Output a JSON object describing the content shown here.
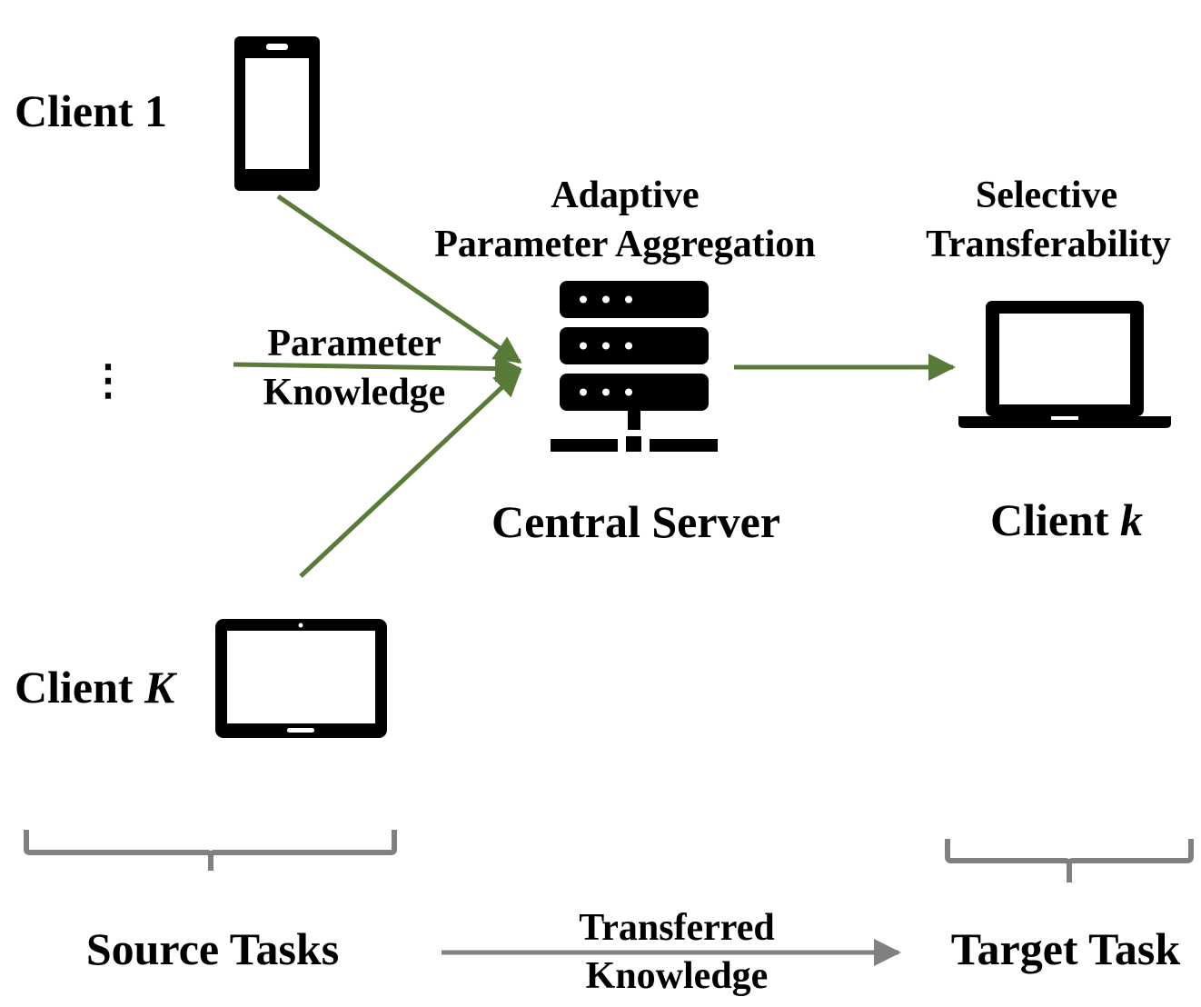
{
  "labels": {
    "client_1": "Client 1",
    "client_K_prefix": "Client ",
    "client_K_var": "K",
    "ellipsis": "⋮",
    "edge_label_line1": "Parameter",
    "edge_label_line2": "Knowledge",
    "server_title_line1": "Adaptive",
    "server_title_line2": "Parameter Aggregation",
    "server_name": "Central Server",
    "target_title_line1": "Selective",
    "target_title_line2": "Transferability",
    "client_k_prefix": "Client ",
    "client_k_var": "k",
    "source_tasks": "Source Tasks",
    "target_task": "Target Task",
    "bottom_edge_line1": "Transferred",
    "bottom_edge_line2": "Knowledge"
  },
  "icons": {
    "client_1": "smartphone-icon",
    "client_K": "tablet-icon",
    "server": "server-icon",
    "client_k": "laptop-icon"
  },
  "colors": {
    "flow_arrow": "#5a7a3a",
    "transfer_arrow": "#808080",
    "brace": "#808080",
    "icon": "#000000"
  }
}
